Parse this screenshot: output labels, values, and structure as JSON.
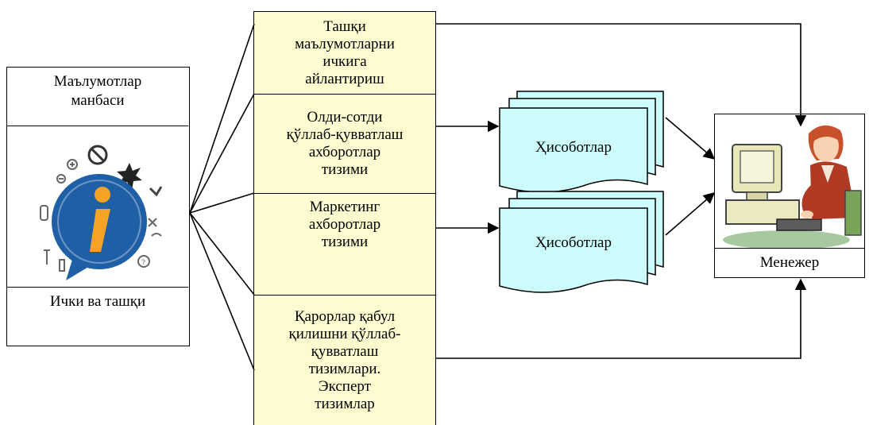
{
  "source": {
    "title": "Маълумотлар\nманбаси",
    "caption": "Ички ва ташқи"
  },
  "modules": [
    "Ташқи\nмаълумотларни\nичкига\nайлантириш",
    "Олди-сотди\nқўллаб-қувватлаш\nахборотлар\nтизими",
    "Маркетинг\nахборотлар\nтизими",
    "Қарорлар қабул\nқилишни қўллаб-\nқувватлаш\nтизимлари.\nЭксперт\nтизимлар"
  ],
  "reports": [
    "Ҳисоботлар",
    "Ҳисоботлар"
  ],
  "manager": {
    "label": "Менежер"
  },
  "colors": {
    "module_fill": "#fdfbd0",
    "report_fill": "#ccfcfc",
    "info_blue": "#1f5fa6",
    "info_orange": "#f4a326"
  }
}
